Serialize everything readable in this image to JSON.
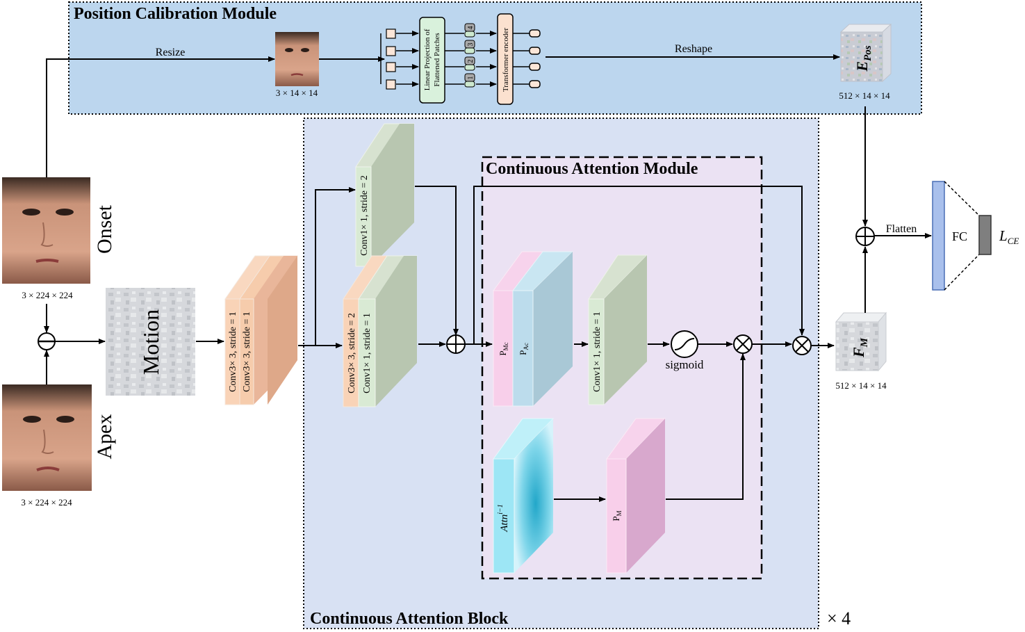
{
  "modules": {
    "pcm_title": "Position Calibration Module",
    "cab_title": "Continuous Attention Block",
    "cam_title": "Continuous Attention Module",
    "repeat": "× 4"
  },
  "inputs": {
    "onset_label": "Onset",
    "apex_label": "Apex",
    "onset_dim": "3 × 224 × 224",
    "apex_dim": "3 × 224 × 224",
    "motion_label": "Motion"
  },
  "pcm": {
    "resize_label": "Resize",
    "resized_dim": "3 × 14 × 14",
    "linear_proj_line1": "Linear Projection of",
    "linear_proj_line2": "Flattened Patches",
    "transformer_label": "Transformer encoder",
    "reshape_label": "Reshape",
    "pos_symbol": "E",
    "pos_sub": "Pos",
    "pos_dim": "512 × 14 × 14",
    "patch_numbers": [
      "4",
      "3",
      "2",
      "1"
    ]
  },
  "convs": {
    "stem_a": "Conv3× 3, stride = 1",
    "stem_b": "Conv3× 3, stride = 1",
    "skip": "Conv1× 1, stride = 2",
    "main_a": "Conv3× 3, stride = 2",
    "main_b": "Conv1× 1, stride = 1",
    "cam_conv": "Conv1× 1, stride = 1"
  },
  "cam": {
    "p_mc": "P",
    "p_mc_sub": "Mc",
    "p_ac": "P",
    "p_ac_sub": "Ac",
    "sigmoid_label": "sigmoid",
    "attn_label": "Attn",
    "attn_sup": "i−1",
    "p_m": "P",
    "p_m_sub": "M"
  },
  "head": {
    "fm_symbol": "F",
    "fm_sub": "M",
    "fm_dim": "512 × 14 × 14",
    "flatten_label": "Flatten",
    "fc_label": "FC",
    "loss_symbol": "L",
    "loss_sub": "CE"
  },
  "colors": {
    "pcm_bg": "#bcd6ee",
    "cab_bg": "#d8e1f3",
    "cam_bg": "#ebe2f3",
    "conv_orange": "#f6c9a8",
    "conv_green": "#cfddc8",
    "pink": "#f5c6e6",
    "blue_ac": "#bcdcec",
    "fc_blue": "#a9c0ec",
    "loss_gray": "#7f7f7f"
  }
}
